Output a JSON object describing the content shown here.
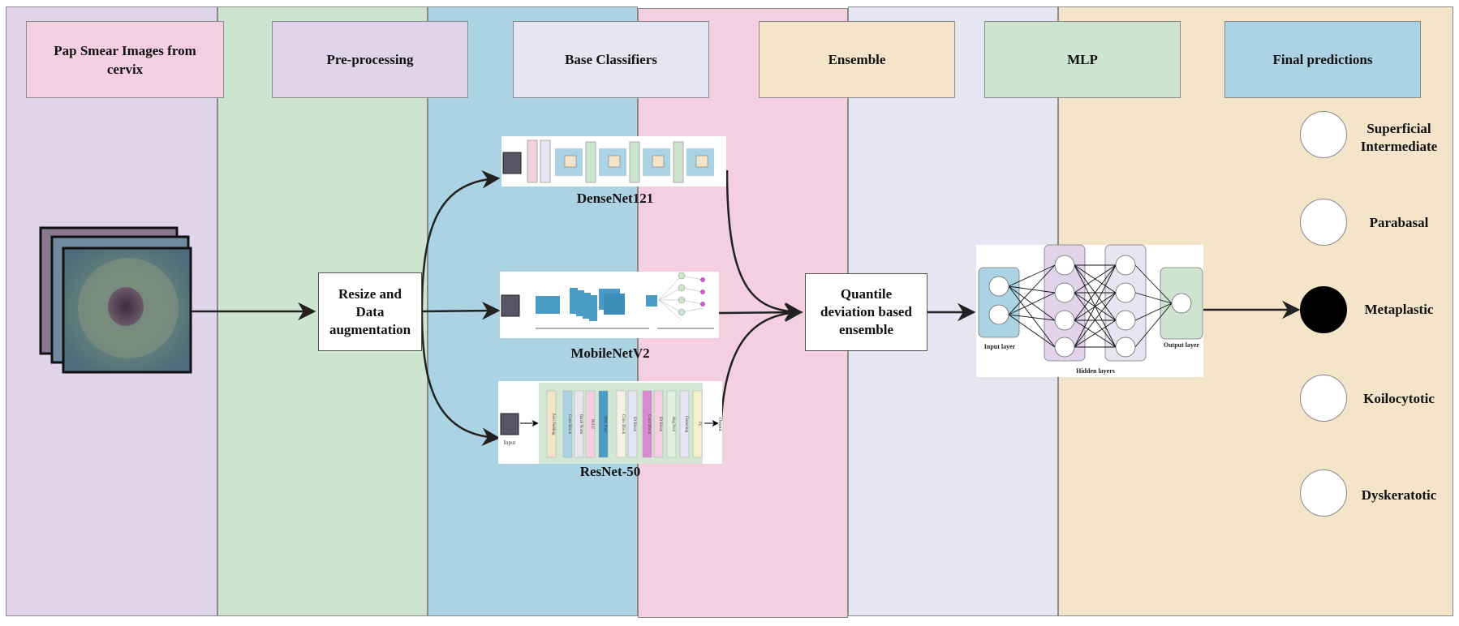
{
  "columns": [
    {
      "id": "input",
      "header": "Pap Smear Images from cervix",
      "color": "#e0d4ea",
      "header_color": "#f3cfe0"
    },
    {
      "id": "preprocessing",
      "header": "Pre-processing",
      "color": "#cde5d0",
      "header_color": "#e0d4ea"
    },
    {
      "id": "base",
      "header": "Base Classifiers",
      "color": "#abd3e3",
      "header_color": "#e6e5f2"
    },
    {
      "id": "ensemble",
      "header": "Ensemble",
      "color": "#f3cfe0",
      "header_color": "#f4e4c9"
    },
    {
      "id": "mlp",
      "header": "MLP",
      "color": "#e6e5f2",
      "header_color": "#cde5d0"
    },
    {
      "id": "final",
      "header": "Final predictions",
      "color": "#f4e4c9",
      "header_color": "#abd3e3"
    }
  ],
  "preprocess_box": "Resize and Data augmentation",
  "ensemble_box": "Quantile deviation based ensemble",
  "networks": [
    {
      "id": "densenet",
      "label": "DenseNet121"
    },
    {
      "id": "mobilenet",
      "label": "MobileNetV2"
    },
    {
      "id": "resnet",
      "label": "ResNet-50"
    }
  ],
  "resnet_layers": [
    "Zero Padding",
    "Conv Block",
    "Batch Norm",
    "ReLU",
    "Max Pool",
    "Conv Block",
    "ID Block",
    "Conv Block",
    "ID Block",
    "Avg Pool",
    "Flattening",
    "FC"
  ],
  "resnet_io": {
    "input": "Input",
    "output": "Output"
  },
  "mlp_labels": {
    "input_layer": "Input layer",
    "hidden_layers": "Hidden layers",
    "output_layer": "Output layer"
  },
  "predictions": [
    {
      "label": "Superficial Intermediate",
      "selected": false
    },
    {
      "label": "Parabasal",
      "selected": false
    },
    {
      "label": "Metaplastic",
      "selected": true
    },
    {
      "label": "Koilocytotic",
      "selected": false
    },
    {
      "label": "Dyskeratotic",
      "selected": false
    }
  ]
}
